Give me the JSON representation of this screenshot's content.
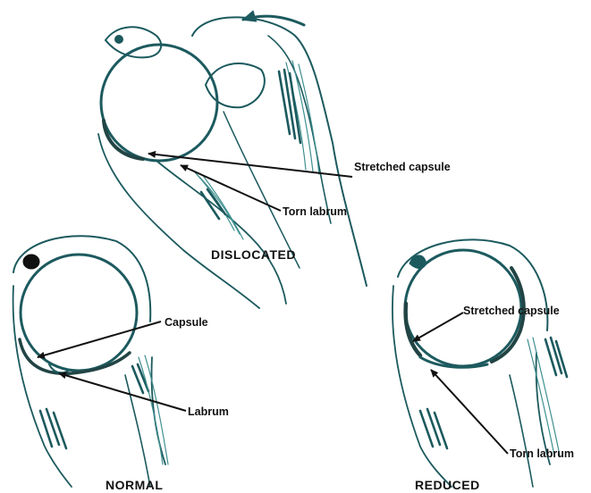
{
  "panels": {
    "dislocated": {
      "title": "DISLOCATED",
      "labels": {
        "capsule": "Stretched capsule",
        "labrum": "Torn labrum"
      }
    },
    "normal": {
      "title": "NORMAL",
      "labels": {
        "capsule": "Capsule",
        "labrum": "Labrum"
      }
    },
    "reduced": {
      "title": "REDUCED",
      "labels": {
        "capsule": "Stretched capsule",
        "labrum": "Torn labrum"
      }
    }
  },
  "colors": {
    "ink": "#1c5a5e",
    "tissue": "#3f8f8f",
    "pointer": "#111111",
    "background": "#ffffff"
  },
  "icons": {
    "direction": "curved-arrow-icon"
  }
}
